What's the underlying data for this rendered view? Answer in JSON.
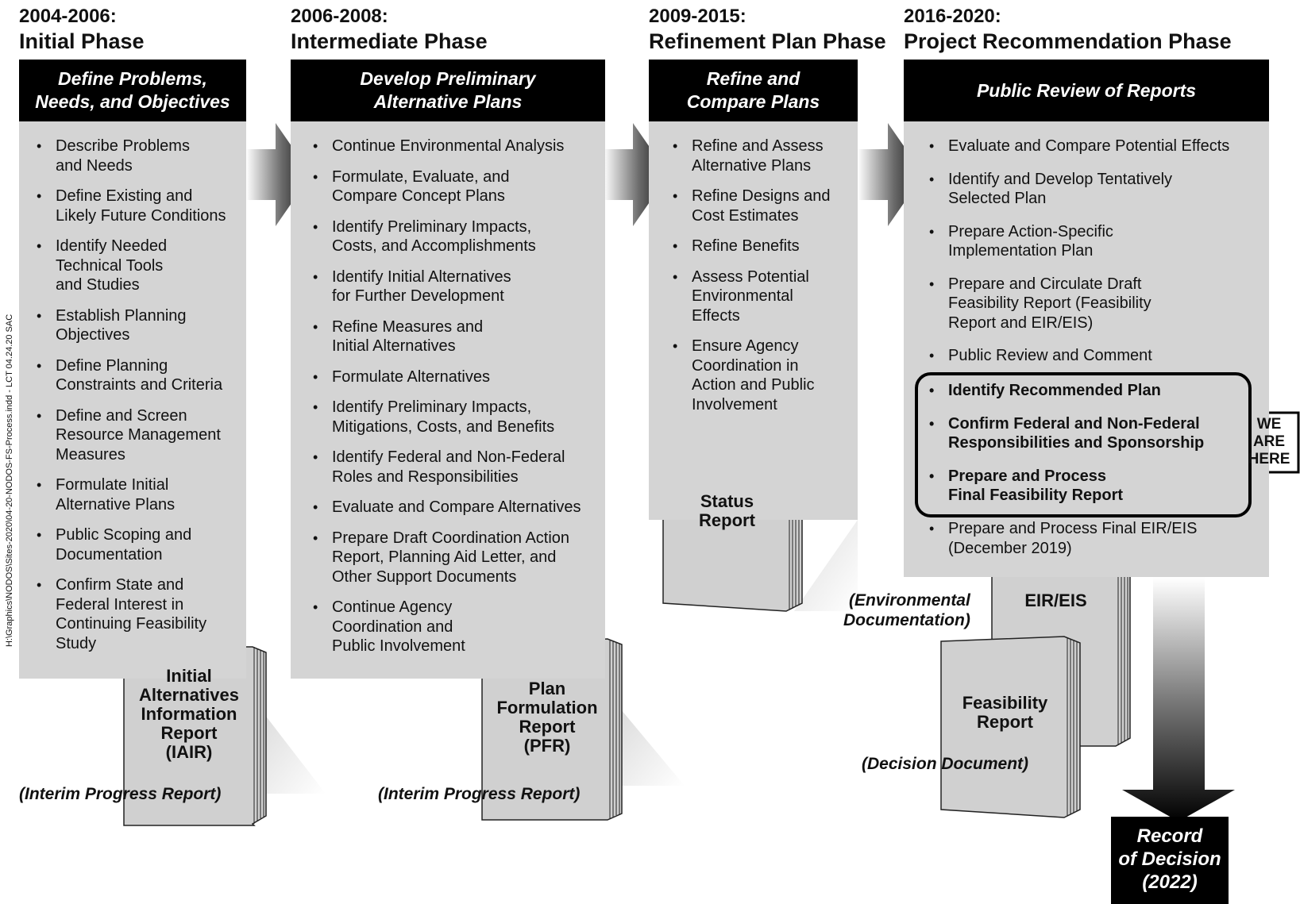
{
  "side_note": "H:\\Graphics\\NODOS\\Sites-2020\\04-20-NODOS-FS-Process.indd - LCT 04.24.20 SAC",
  "phases": [
    {
      "years": "2004-2006:",
      "name": "Initial Phase",
      "header": [
        "Define Problems,",
        "Needs, and Objectives"
      ],
      "items": [
        "Describe Problems\nand Needs",
        "Define Existing and\nLikely Future Conditions",
        "Identify Needed\nTechnical Tools\nand Studies",
        "Establish Planning\nObjectives",
        "Define Planning\nConstraints and Criteria",
        "Define and Screen\nResource Management\nMeasures",
        "Formulate Initial\nAlternative Plans",
        "Public Scoping and\nDocumentation",
        "Confirm State and\nFederal Interest in\nContinuing Feasibility\nStudy"
      ],
      "book": "Initial\nAlternatives\nInformation\nReport\n(IAIR)",
      "caption": "(Interim Progress Report)"
    },
    {
      "years": "2006-2008:",
      "name": "Intermediate Phase",
      "header": [
        "Develop Preliminary",
        "Alternative Plans"
      ],
      "items": [
        "Continue Environmental Analysis",
        "Formulate, Evaluate, and\nCompare Concept Plans",
        "Identify Preliminary Impacts,\nCosts, and Accomplishments",
        "Identify Initial Alternatives\nfor Further Development",
        "Refine Measures and\nInitial Alternatives",
        "Formulate Alternatives",
        "Identify Preliminary Impacts,\nMitigations, Costs, and Benefits",
        "Identify Federal and Non-Federal\nRoles and Responsibilities",
        "Evaluate and Compare Alternatives",
        "Prepare Draft Coordination Action\nReport, Planning Aid Letter, and\nOther Support Documents",
        "Continue Agency\nCoordination and\nPublic Involvement"
      ],
      "book": "Plan\nFormulation\nReport\n(PFR)",
      "caption": "(Interim Progress Report)"
    },
    {
      "years": "2009-2015:",
      "name": "Refinement Plan Phase",
      "header": [
        "Refine and",
        "Compare Plans"
      ],
      "items": [
        "Refine and Assess\nAlternative Plans",
        "Refine Designs and\nCost Estimates",
        "Refine Benefits",
        "Assess Potential\nEnvironmental\nEffects",
        "Ensure Agency\nCoordination in\nAction and Public\nInvolvement"
      ],
      "book": "Status\nReport"
    },
    {
      "years": "2016-2020:",
      "name": "Project Recommendation Phase",
      "header": [
        "Public Review of Reports"
      ],
      "items": [
        "Evaluate and Compare Potential Effects",
        "Identify and Develop Tentatively\nSelected Plan",
        "Prepare Action-Specific\nImplementation Plan",
        "Prepare and Circulate Draft\nFeasibility Report (Feasibility\nReport and EIR/EIS)",
        "Public Review and Comment"
      ],
      "highlight_items": [
        "Identify Recommended Plan",
        "Confirm Federal and Non-Federal\nResponsibilities and Sponsorship",
        "Prepare and Process\nFinal Feasibility Report"
      ],
      "after_items": [
        "Prepare and Process Final EIR/EIS\n(December 2019)"
      ],
      "book_eis": "EIR/EIS",
      "caption_eis": "(Environmental\nDocumentation)",
      "book_fr": "Feasibility\nReport",
      "caption_fr": "(Decision Document)",
      "we_are_here": "WE\nARE\nHERE"
    }
  ],
  "record_of_decision": "Record\nof Decision\n(2022)"
}
